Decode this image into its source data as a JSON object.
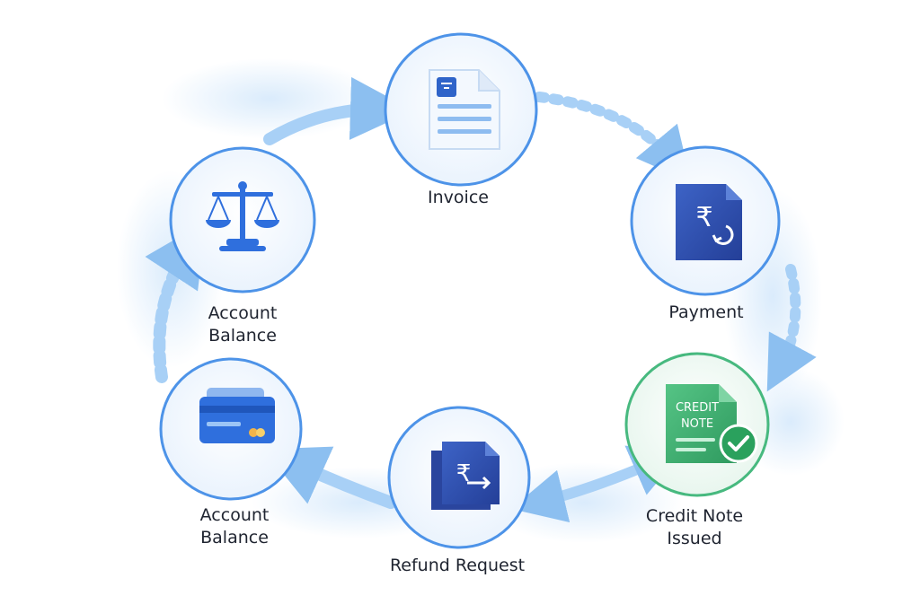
{
  "diagram": {
    "nodes": [
      {
        "id": "invoice",
        "label": "Invoice",
        "icon": "invoice-document-icon"
      },
      {
        "id": "payment",
        "label": "Payment",
        "icon": "rupee-payment-document-icon"
      },
      {
        "id": "credit-note",
        "label": "Credit Note\nIssued",
        "icon": "credit-note-document-icon",
        "icon_text": "CREDIT\nNOTE"
      },
      {
        "id": "refund-request",
        "label": "Refund Request",
        "icon": "rupee-refund-document-icon"
      },
      {
        "id": "account-balance-card",
        "label": "Account\nBalance",
        "icon": "credit-card-icon"
      },
      {
        "id": "account-balance-scale",
        "label": "Account\nBalance",
        "icon": "balance-scale-icon"
      }
    ],
    "colors": {
      "ring_blue": "#4d93e8",
      "ring_green": "#47b97f",
      "arrow": "#9fcaf4",
      "doc_blue": "#2f4fae",
      "doc_green": "#3aae6e",
      "check_green": "#2aa15d"
    }
  }
}
